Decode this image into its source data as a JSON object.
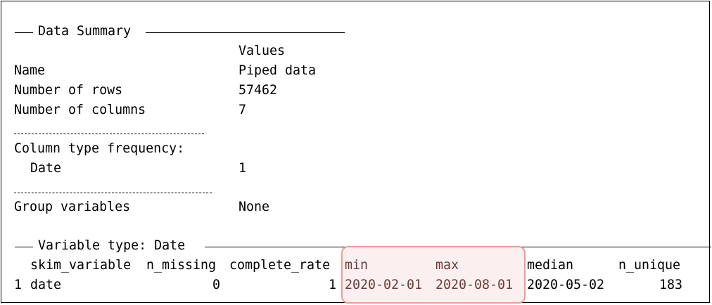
{
  "summary": {
    "title": "Data Summary",
    "values_header": "Values",
    "rows": [
      {
        "label": "Name",
        "value": "Piped data"
      },
      {
        "label": "Number of rows",
        "value": "57462"
      },
      {
        "label": "Number of columns",
        "value": "7"
      }
    ],
    "column_type_frequency_label": "Column type frequency:",
    "column_types": [
      {
        "label": "Date",
        "value": "1"
      }
    ],
    "group_variables_label": "Group variables",
    "group_variables_value": "None"
  },
  "variable_section": {
    "title": "Variable type: Date",
    "headers": [
      "skim_variable",
      "n_missing",
      "complete_rate",
      "min",
      "max",
      "median",
      "n_unique"
    ],
    "rows": [
      {
        "index": "1",
        "skim_variable": "date",
        "n_missing": "0",
        "complete_rate": "1",
        "min": "2020-02-01",
        "max": "2020-08-01",
        "median": "2020-05-02",
        "n_unique": "183"
      }
    ]
  },
  "highlight": {
    "columns": [
      "min",
      "max"
    ],
    "border_color": "#ef9a9a"
  }
}
